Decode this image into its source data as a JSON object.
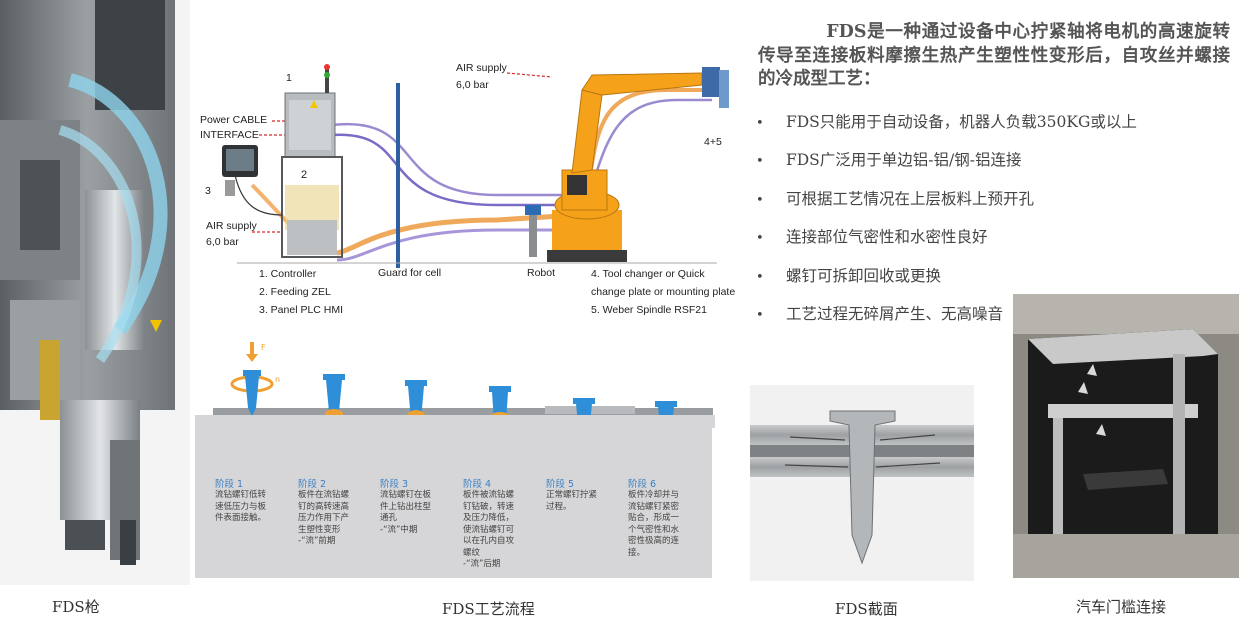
{
  "intro_text": "FDS是一种通过设备中心拧紧轴将电机的高速旋转传导至连接板料摩擦生热产生塑性性变形后，自攻丝并螺接的冷成型工艺：",
  "bullets": [
    "FDS只能用于自动设备，机器人负载350KG或以上",
    "FDS广泛用于单边铝-铝/钢-铝连接",
    "可根据工艺情况在上层板料上预开孔",
    "连接部位气密性和水密性良好",
    "螺钉可拆卸回收或更换",
    "工艺过程无碎屑产生、无高噪音"
  ],
  "captions": {
    "gun": "FDS枪",
    "process": "FDS工艺流程",
    "section": "FDS截面",
    "sill": "汽车门槛连接"
  },
  "install_diagram": {
    "num_1": "1",
    "num_2": "2",
    "num_3": "3",
    "num_45": "4+5",
    "power_cable": "Power CABLE",
    "interface": "INTERFACE",
    "air_left": "AIR supply",
    "air_left_bar": "6,0 bar",
    "air_top": "AIR supply",
    "air_top_bar": "6,0 bar",
    "guard": "Guard for cell",
    "robot": "Robot",
    "legend": [
      "1. Controller",
      "2. Feeding ZEL",
      "3. Panel PLC HMI"
    ],
    "legend_right": [
      "4. Tool changer or Quick",
      "change plate or mounting plate",
      "5. Weber Spindle RSF21"
    ]
  },
  "process_stages": [
    {
      "title": "阶段 1",
      "lines": [
        "流钻螺钉低转",
        "速低压力与板",
        "件表面接触。"
      ]
    },
    {
      "title": "阶段 2",
      "lines": [
        "板件在流钻螺",
        "钉的高转速高",
        "压力作用下产",
        "生塑性变形",
        "-“流”前期"
      ]
    },
    {
      "title": "阶段 3",
      "lines": [
        "流钻螺钉在板",
        "件上钻出柱型",
        "通孔",
        "-“流”中期"
      ]
    },
    {
      "title": "阶段 4",
      "lines": [
        "板件被流钻螺",
        "钉钻破，转速",
        "及压力降低，",
        "使流钻螺钉可",
        "以在孔内自攻",
        "螺纹",
        "-“流”后期"
      ]
    },
    {
      "title": "阶段 5",
      "lines": [
        "正常螺钉拧紧",
        "过程。"
      ]
    },
    {
      "title": "阶段 6",
      "lines": [
        "板件冷却并与",
        "流钻螺钉紧密",
        "贴合，形成一",
        "个气密性和水",
        "密性极高的连",
        "接。"
      ]
    }
  ],
  "process_arrow_labels": {
    "force": "F",
    "speed": "n"
  },
  "colors": {
    "robot_orange": "#f5a21a",
    "screw_blue": "#2e8fd8",
    "deform_orange": "#f0a030",
    "panel_grey": "#d6d6d8",
    "stage_title_blue": "#3a7fc0"
  }
}
